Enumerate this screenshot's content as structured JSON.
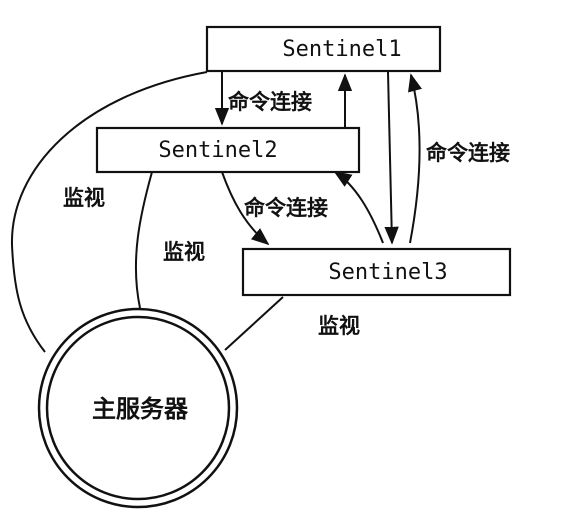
{
  "nodes": {
    "sentinel1": "Sentinel1",
    "sentinel2": "Sentinel2",
    "sentinel3": "Sentinel3",
    "master": "主服务器"
  },
  "edge_labels": {
    "cmd_s1_s2": "命令连接",
    "cmd_s1_s3": "命令连接",
    "cmd_s2_s3": "命令连接",
    "monitor_s1": "监视",
    "monitor_s2": "监视",
    "monitor_s3": "监视"
  }
}
